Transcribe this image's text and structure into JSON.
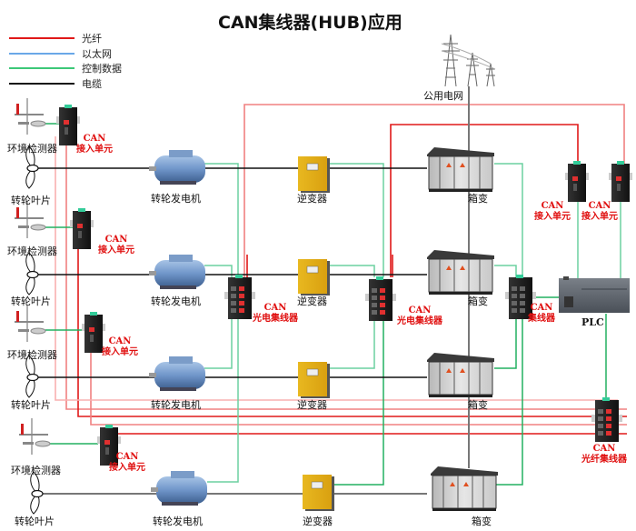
{
  "title": "CAN集线器(HUB)应用",
  "colors": {
    "fiber": "#e01818",
    "fiber_light": "#f08080",
    "ethernet": "#6aa8e8",
    "control": "#22b060",
    "control_light": "#6cd0a0",
    "cable": "#111111",
    "cable_grey": "#777777",
    "label_red": "#e01010"
  },
  "legend": [
    {
      "label": "光纤",
      "color": "#e01818"
    },
    {
      "label": "以太网",
      "color": "#6aa8e8"
    },
    {
      "label": "控制数据",
      "color": "#3cc878"
    },
    {
      "label": "电缆",
      "color": "#111111"
    }
  ],
  "grid": {
    "label": "公用电网",
    "icon": "power-tower-icon"
  },
  "rows": [
    {
      "env_label": "环境检测器",
      "blade_label": "转轮叶片",
      "access_label": [
        "CAN",
        "接入单元"
      ],
      "generator_label": "转轮发电机",
      "inverter_label": "逆变器",
      "transformer_label": "箱变"
    },
    {
      "env_label": "环境检测器",
      "blade_label": "转轮叶片",
      "access_label": [
        "CAN",
        "接入单元"
      ],
      "generator_label": "转轮发电机",
      "inverter_label": "逆变器",
      "transformer_label": "箱变"
    },
    {
      "env_label": "环境检测器",
      "blade_label": "转轮叶片",
      "access_label": [
        "CAN",
        "接入单元"
      ],
      "generator_label": "转轮发电机",
      "inverter_label": "逆变器",
      "transformer_label": "箱变"
    },
    {
      "env_label": "环境检测器",
      "blade_label": "转轮叶片",
      "access_label": [
        "CAN",
        "接入单元"
      ],
      "generator_label": "转轮发电机",
      "inverter_label": "逆变器",
      "transformer_label": "箱变"
    }
  ],
  "hubs": [
    {
      "id": "optoelectric-hub-1",
      "label": [
        "CAN",
        "光电集线器"
      ]
    },
    {
      "id": "optoelectric-hub-2",
      "label": [
        "CAN",
        "光电集线器"
      ]
    },
    {
      "id": "can-hub",
      "label": [
        "CAN",
        "集线器"
      ]
    },
    {
      "id": "fiber-hub",
      "label": [
        "CAN",
        "光纤集线器"
      ]
    }
  ],
  "right_access_units": [
    {
      "label": [
        "CAN",
        "接入单元"
      ]
    },
    {
      "label": [
        "CAN",
        "接入单元"
      ]
    }
  ],
  "plc": {
    "label": "PLC"
  }
}
